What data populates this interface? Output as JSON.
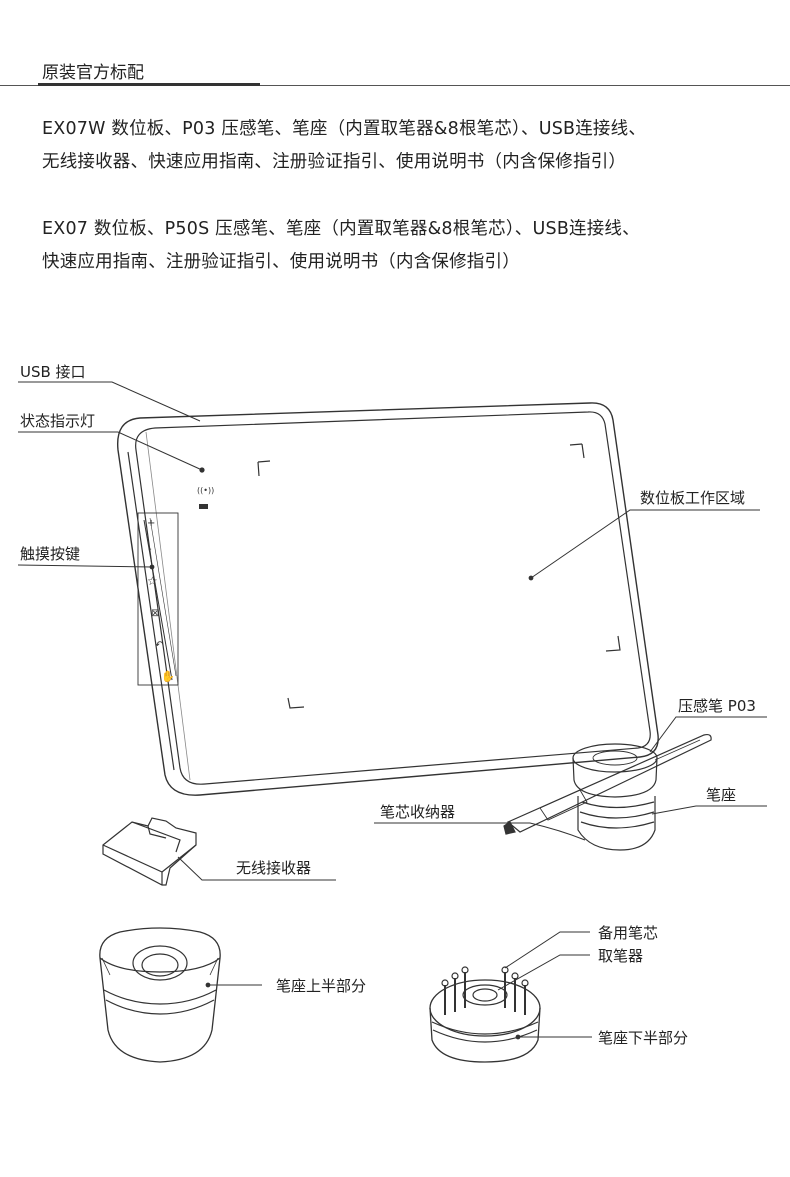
{
  "section": {
    "title": "原装官方标配"
  },
  "packages": [
    {
      "lines": [
        "EX07W 数位板、P03 压感笔、笔座（内置取笔器&8根笔芯）、USB连接线、",
        "无线接收器、快速应用指南、注册验证指引、使用说明书（内含保修指引）"
      ]
    },
    {
      "lines": [
        "EX07 数位板、P50S 压感笔、笔座（内置取笔器&8根笔芯）、USB连接线、",
        "快速应用指南、注册验证指引、使用说明书（内含保修指引）"
      ]
    }
  ],
  "labels": {
    "usb_port": "USB 接口",
    "status_light": "状态指示灯",
    "touch_keys": "触摸按键",
    "work_area": "数位板工作区域",
    "pen": "压感笔 P03",
    "pen_holder": "笔座",
    "nib_storage": "笔芯收纳器",
    "receiver": "无线接收器",
    "holder_top": "笔座上半部分",
    "spare_nibs": "备用笔芯",
    "nib_extractor": "取笔器",
    "holder_bottom": "笔座下半部分"
  }
}
